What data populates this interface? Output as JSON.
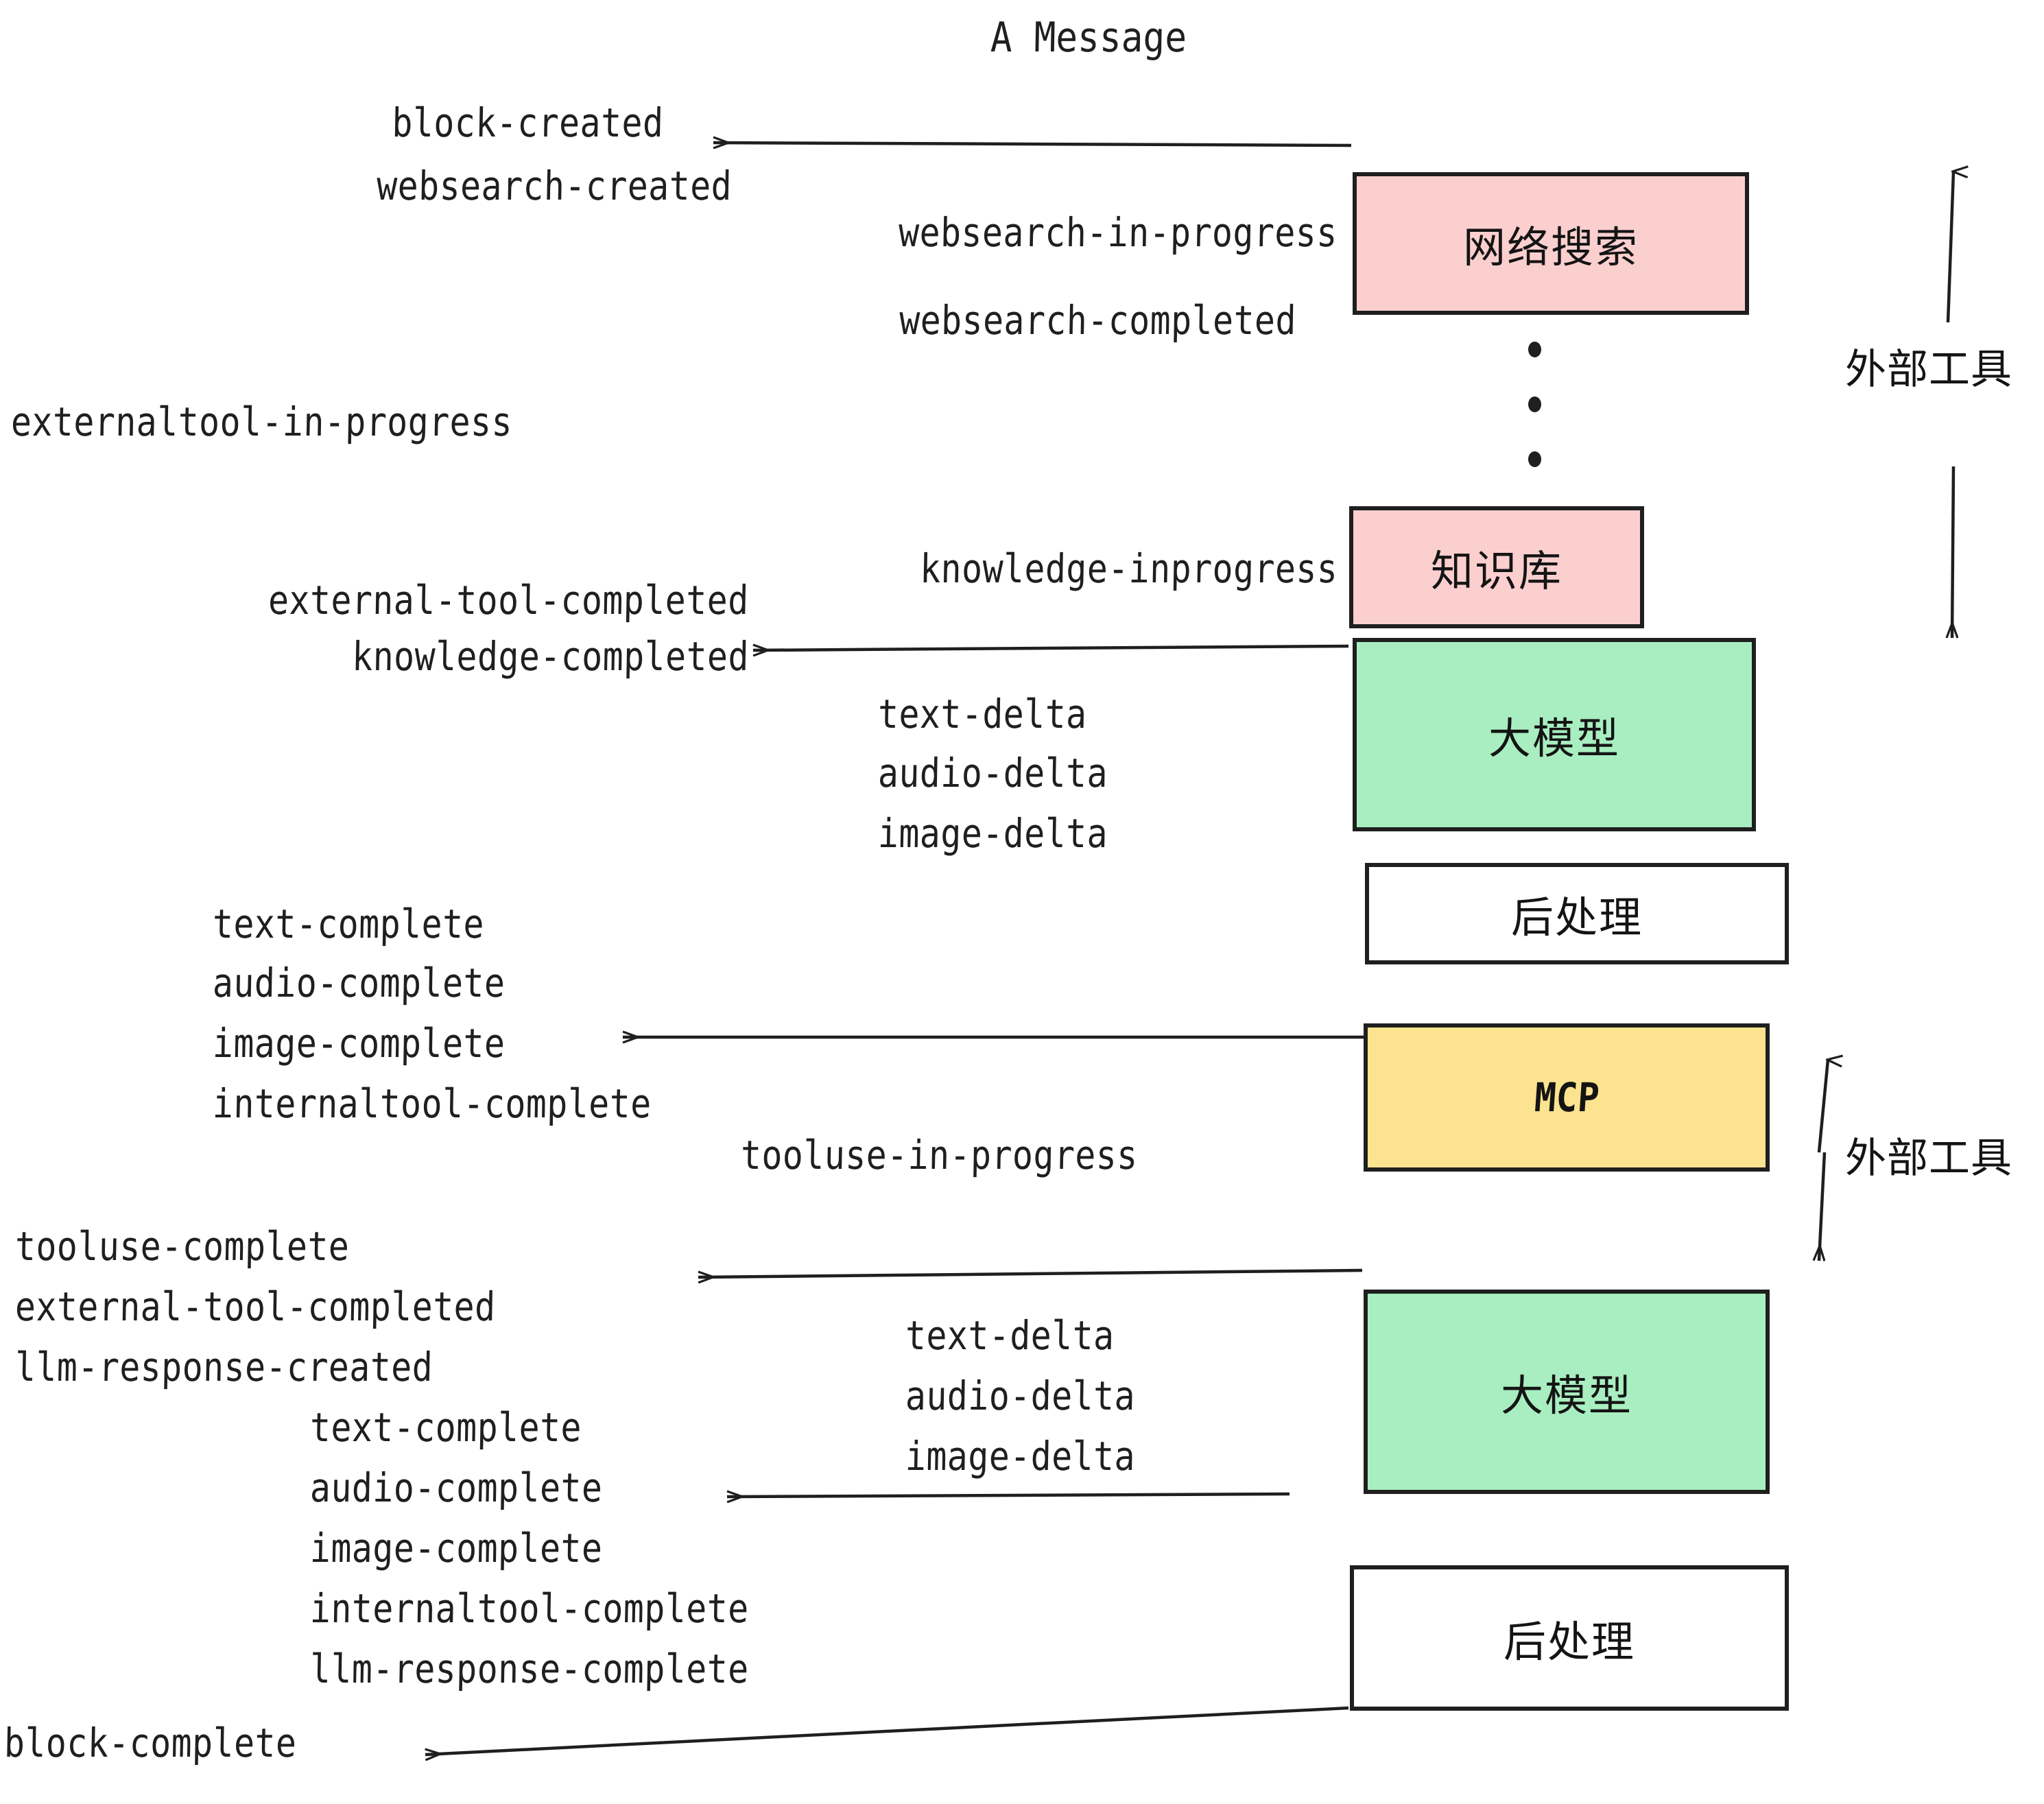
{
  "diagram": {
    "title": "A Message",
    "background": "#ffffff",
    "stroke": "#1f1f1f",
    "colors": {
      "pink": "#fccfcf",
      "green": "#a8eec0",
      "yellow": "#fbe38f",
      "white": "#ffffff",
      "ink": "#1f1f1f"
    }
  },
  "nodes": [
    {
      "id": "websearch",
      "label": "网络搜索",
      "fill": "#fccfcf",
      "script": "cn"
    },
    {
      "id": "knowledge",
      "label": "知识库",
      "fill": "#fccfcf",
      "script": "cn"
    },
    {
      "id": "llm-1",
      "label": "大模型",
      "fill": "#a8eec0",
      "script": "cn"
    },
    {
      "id": "postproc-1",
      "label": "后处理",
      "fill": "#ffffff",
      "script": "cn"
    },
    {
      "id": "mcp",
      "label": "MCP",
      "fill": "#fbe38f",
      "script": "en"
    },
    {
      "id": "llm-2",
      "label": "大模型",
      "fill": "#a8eec0",
      "script": "cn"
    },
    {
      "id": "postproc-2",
      "label": "后处理",
      "fill": "#ffffff",
      "script": "cn"
    }
  ],
  "side_brackets": [
    {
      "id": "external-tools-top",
      "label": "外部工具"
    },
    {
      "id": "external-tools-bottom",
      "label": "外部工具"
    }
  ],
  "events": {
    "group_block_created": [
      "block-created",
      "websearch-created"
    ],
    "group_websearch": [
      "websearch-in-progress",
      "websearch-completed"
    ],
    "externaltool_in_progress": "externaltool-in-progress",
    "knowledge_inprogress": "knowledge-inprogress",
    "group_knowledge_done": [
      "external-tool-completed",
      "knowledge-completed"
    ],
    "group_delta_1": [
      "text-delta",
      "audio-delta",
      "image-delta"
    ],
    "group_complete_1": [
      "text-complete",
      "audio-complete",
      "image-complete",
      "internaltool-complete"
    ],
    "tooluse_in_progress": "tooluse-in-progress",
    "group_tooluse_done": [
      "tooluse-complete",
      "external-tool-completed",
      "llm-response-created"
    ],
    "group_delta_2": [
      "text-delta",
      "audio-delta",
      "image-delta"
    ],
    "group_complete_2": [
      "text-complete",
      "audio-complete",
      "image-complete",
      "internaltool-complete",
      "llm-response-complete"
    ],
    "block_complete": "block-complete"
  }
}
